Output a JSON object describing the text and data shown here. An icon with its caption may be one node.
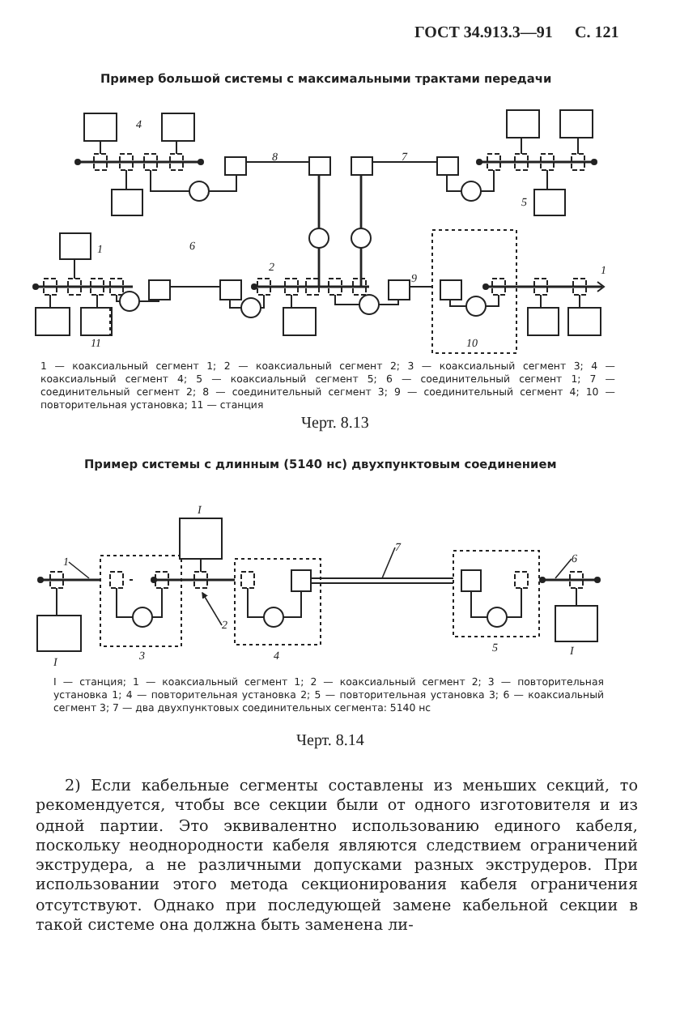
{
  "diagram": {
    "title": "Пример большой системы с максимальными трактами передачи",
    "nodes": [
      {
        "text": [
          "1"
        ]
      },
      {
        "text": [
          "2"
        ]
      },
      {
        "text": [
          "7"
        ]
      },
      {
        "text": [
          "6"
        ]
      }
    ],
    "edges": [
      {
        "from": 0,
        "to": null,
        "arrow": "none"
      },
      {
        "from": 1,
        "to": null,
        "arrow": "to"
      },
      {
        "from": 2,
        "to": null,
        "arrow": "none"
      },
      {
        "from": 3,
        "to": null,
        "arrow": "none"
      }
    ],
    "labels": [
      "ГОСТ 34.913.3—91",
      "С. 121",
      "4",
      "8",
      "7",
      "5",
      "1",
      "6",
      "2",
      "9",
      "1",
      "11",
      "10",
      "1 — коаксиальный сегмент 1; 2 — коаксиальный сегмент 2; 3 — коаксиальный сегмент 3; 4 — коаксиальный сегмент 4; 5 — коаксиальный сегмент 5; 6 — соединительный сегмент 1; 7 — соединительный сегмент 2; 8 — соединительный сегмент 3; 9 — соединительный сегмент 4; 10 — повторительная установка; 11 — станция",
      "Черт. 8.13",
      "Пример системы с длинным (5140 нс) двухпунктовым соединением",
      "I",
      "I",
      "3",
      "4",
      "5",
      "I",
      "I — станция; 1 — коаксиальный сегмент 1; 2 — коаксиальный сегмент 2; 3 — повторительная установка 1; 4 — повторительная установка 2; 5 — повторительная установка 3; 6 — коаксиальный сегмент 3; 7 — два двухпунктовых соединительных сегмента: 5140 нс",
      "Черт. 8.14",
      "2) Если кабельные сегменты составлены из меньших секций, то рекомендуется, чтобы все секции были от одного изготовителя и из одной партии. Это эквивалентно использованию единого кабеля, поскольку неоднородности кабеля являются следствием ограничений экструдера, а не различными допусками разных экструдеров. При использовании этого метода секционирования кабеля ограничения отсутствуют. Однако при последующей замене кабельной секции в такой системе она должна быть заменена ли-"
    ]
  }
}
